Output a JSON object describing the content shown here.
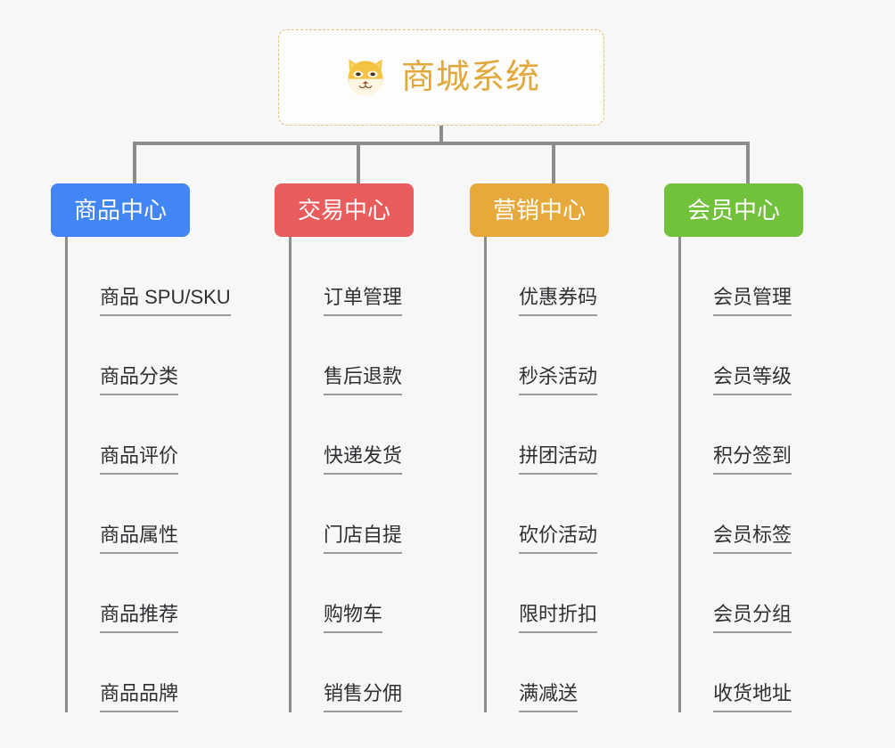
{
  "diagram": {
    "title": "商城系统",
    "type": "mindmap",
    "background_color": "#f7f7f7",
    "connector_color": "#8c8c8c"
  },
  "root": {
    "label": "商城系统",
    "icon": "shiba-inu-dog-face-icon",
    "text_color": "#e2a83c",
    "border_color": "#e8bf73",
    "border_style": "dashed"
  },
  "categories": [
    {
      "label": "商品中心",
      "color": "#4285f4",
      "items": [
        {
          "label": "商品 SPU/SKU"
        },
        {
          "label": "商品分类"
        },
        {
          "label": "商品评价"
        },
        {
          "label": "商品属性"
        },
        {
          "label": "商品推荐"
        },
        {
          "label": "商品品牌"
        }
      ]
    },
    {
      "label": "交易中心",
      "color": "#e85c5c",
      "items": [
        {
          "label": "订单管理"
        },
        {
          "label": "售后退款"
        },
        {
          "label": "快递发货"
        },
        {
          "label": "门店自提"
        },
        {
          "label": "购物车"
        },
        {
          "label": "销售分佣"
        }
      ]
    },
    {
      "label": "营销中心",
      "color": "#e8a93c",
      "items": [
        {
          "label": "优惠券码"
        },
        {
          "label": "秒杀活动"
        },
        {
          "label": "拼团活动"
        },
        {
          "label": "砍价活动"
        },
        {
          "label": "限时折扣"
        },
        {
          "label": "满减送"
        }
      ]
    },
    {
      "label": "会员中心",
      "color": "#72c13b",
      "items": [
        {
          "label": "会员管理"
        },
        {
          "label": "会员等级"
        },
        {
          "label": "积分签到"
        },
        {
          "label": "会员标签"
        },
        {
          "label": "会员分组"
        },
        {
          "label": "收货地址"
        }
      ]
    }
  ]
}
